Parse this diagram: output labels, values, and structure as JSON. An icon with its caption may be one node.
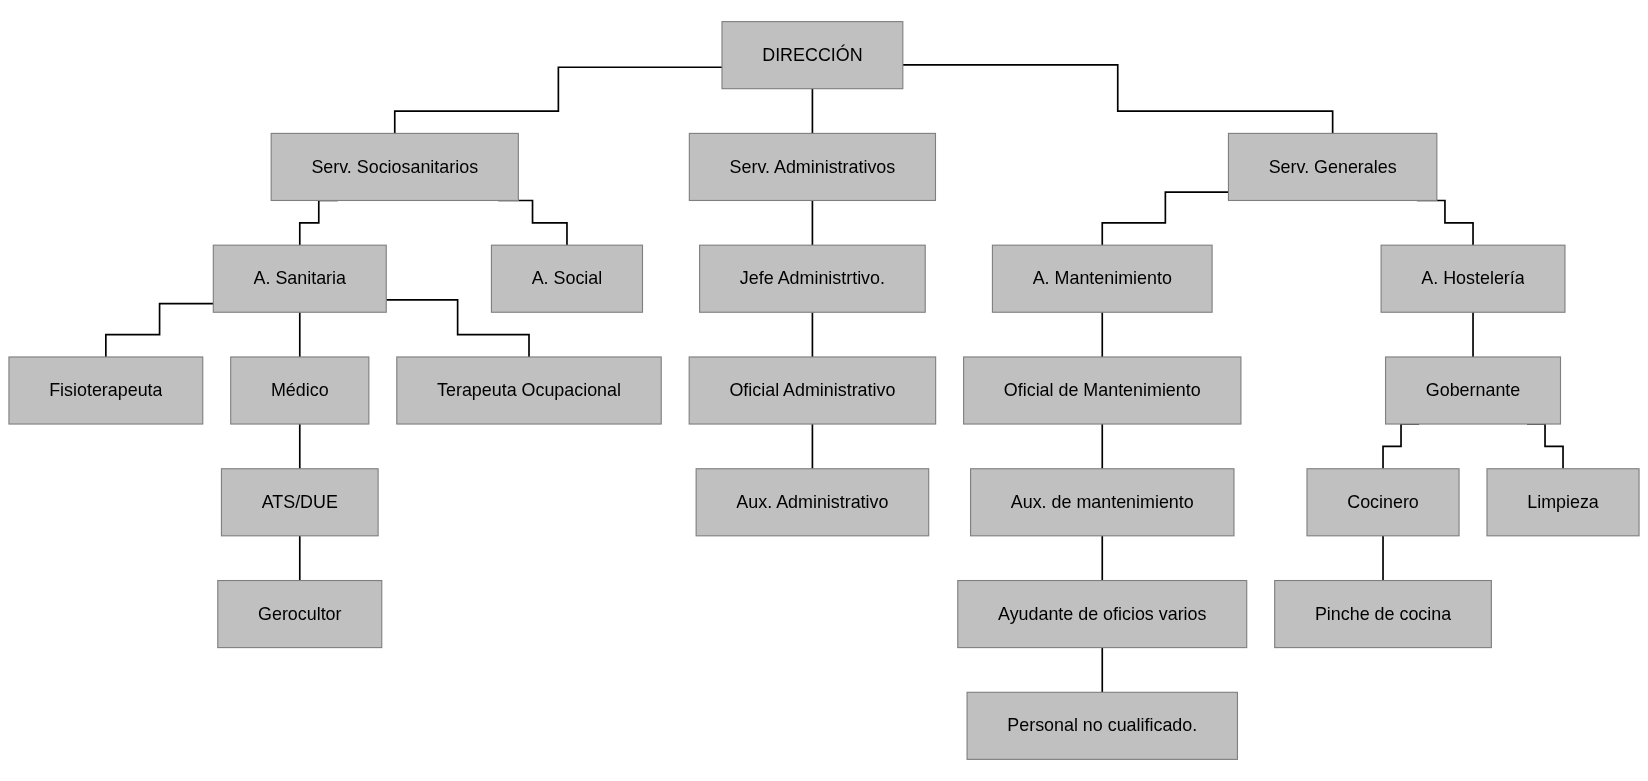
{
  "diagram": {
    "nodes": [
      {
        "text": [
          "DIRECCIÓN"
        ]
      },
      {
        "text": [
          "Serv. Sociosanitarios"
        ]
      },
      {
        "text": [
          "Serv. Administrativos"
        ]
      },
      {
        "text": [
          "Serv. Generales"
        ]
      },
      {
        "text": [
          "A. Sanitaria"
        ]
      },
      {
        "text": [
          "A. Social"
        ]
      },
      {
        "text": [
          "Jefe Administrtivo."
        ]
      },
      {
        "text": [
          "A. Mantenimiento"
        ]
      },
      {
        "text": [
          "A. Hostelería"
        ]
      },
      {
        "text": [
          "Fisioterapeuta"
        ]
      },
      {
        "text": [
          "Médico"
        ]
      },
      {
        "text": [
          "Terapeuta Ocupacional"
        ]
      },
      {
        "text": [
          "Oficial Administrativo"
        ]
      },
      {
        "text": [
          "Oficial de Mantenimiento"
        ]
      },
      {
        "text": [
          "Gobernante"
        ]
      },
      {
        "text": [
          "ATS/DUE"
        ]
      },
      {
        "text": [
          "Aux. Administrativo"
        ]
      },
      {
        "text": [
          "Aux. de mantenimiento"
        ]
      },
      {
        "text": [
          "Cocinero"
        ]
      },
      {
        "text": [
          "Limpieza"
        ]
      },
      {
        "text": [
          "Gerocultor"
        ]
      },
      {
        "text": [
          "Ayudante de oficios varios"
        ]
      },
      {
        "text": [
          "Pinche de cocina"
        ]
      },
      {
        "text": [
          "Personal no cualificado."
        ]
      }
    ],
    "edges": [
      {
        "from": 0,
        "to": 1,
        "arrow": "none"
      },
      {
        "from": 0,
        "to": 2,
        "arrow": "none"
      },
      {
        "from": 0,
        "to": 3,
        "arrow": "none"
      },
      {
        "from": 1,
        "to": 4,
        "arrow": "none"
      },
      {
        "from": 1,
        "to": 5,
        "arrow": "none"
      },
      {
        "from": 2,
        "to": 6,
        "arrow": "none"
      },
      {
        "from": 3,
        "to": 7,
        "arrow": "none"
      },
      {
        "from": 3,
        "to": 8,
        "arrow": "none"
      },
      {
        "from": 4,
        "to": 9,
        "arrow": "none"
      },
      {
        "from": 4,
        "to": 10,
        "arrow": "none"
      },
      {
        "from": 4,
        "to": 11,
        "arrow": "none"
      },
      {
        "from": 6,
        "to": 12,
        "arrow": "none"
      },
      {
        "from": 7,
        "to": 13,
        "arrow": "none"
      },
      {
        "from": 8,
        "to": 14,
        "arrow": "none"
      },
      {
        "from": 10,
        "to": 15,
        "arrow": "none"
      },
      {
        "from": 12,
        "to": 16,
        "arrow": "none"
      },
      {
        "from": 13,
        "to": 17,
        "arrow": "none"
      },
      {
        "from": 14,
        "to": 18,
        "arrow": "none"
      },
      {
        "from": 14,
        "to": 19,
        "arrow": "none"
      },
      {
        "from": 15,
        "to": 20,
        "arrow": "none"
      },
      {
        "from": 17,
        "to": 21,
        "arrow": "none"
      },
      {
        "from": 18,
        "to": 22,
        "arrow": "none"
      },
      {
        "from": 21,
        "to": 23,
        "arrow": "none"
      }
    ]
  }
}
